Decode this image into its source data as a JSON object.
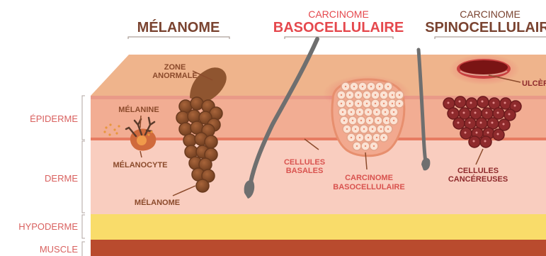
{
  "headers": {
    "melanome": "MÉLANOME",
    "basal_top": "CARCINOME",
    "basal_bottom": "BASOCELLULAIRE",
    "spino_top": "CARCINOME",
    "spino_bottom": "SPINOCELLULAIR"
  },
  "layers": {
    "epiderme": "ÉPIDERME",
    "derme": "DERME",
    "hypoderme": "HYPODERME",
    "muscle": "MUSCLE"
  },
  "labels": {
    "zone_line1": "ZONE",
    "zone_line2": "ANORMALE",
    "melanine": "MÉLANINE",
    "melanocyte": "MÉLANOCYTE",
    "melanome": "MÉLANOME",
    "cellules_basales_1": "CELLULES",
    "cellules_basales_2": "BASALES",
    "carcinome_1": "CARCINOME",
    "carcinome_2": "BASOCELLULAIRE",
    "cancer_1": "CELLULES",
    "cancer_2": "CANCÉREUSES",
    "ulcere": "ULCÈR"
  },
  "colors": {
    "header_brown": "#7a4330",
    "header_red": "#e5484d",
    "surface": "#efb48c",
    "epidermis": "#f2ad93",
    "dermis": "#f9cdbf",
    "hypodermis": "#f9dc6a",
    "muscle": "#b94b2e",
    "hair": "#6f6f6f",
    "melanoma": "#8f5530",
    "cancer_cell": "#8e2a2c",
    "label_brown": "#8b4a2b",
    "label_red": "#d9534f",
    "side_label": "#d9615f"
  }
}
